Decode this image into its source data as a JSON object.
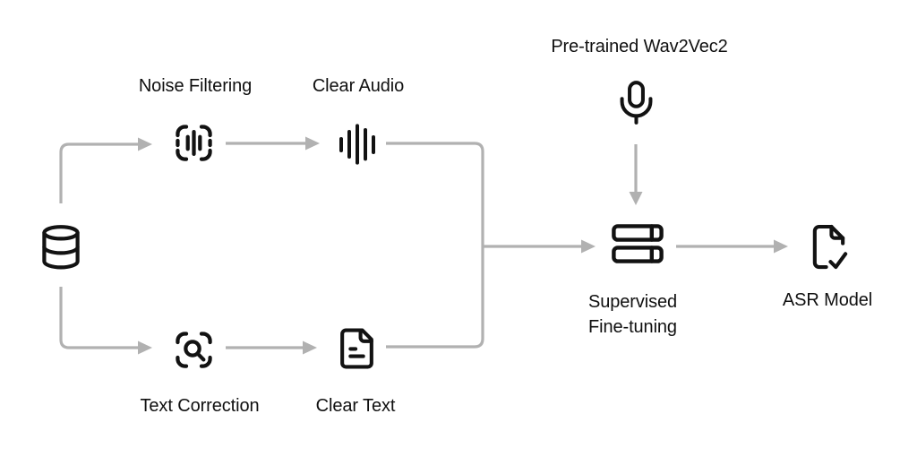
{
  "title": "ASR model training pipeline diagram",
  "colors": {
    "background": "#ffffff",
    "arrow": "#b1b1b1",
    "icon": "#121212",
    "text": "#101010"
  },
  "nodes": {
    "dataset": {
      "icon": "database-icon"
    },
    "noise_filtering": {
      "icon": "waveform-scan-icon",
      "label": "Noise Filtering"
    },
    "clear_audio": {
      "icon": "audio-waveform-icon",
      "label": "Clear Audio"
    },
    "text_correction": {
      "icon": "scan-search-icon",
      "label": "Text Correction"
    },
    "clear_text": {
      "icon": "document-text-icon",
      "label": "Clear Text"
    },
    "pretrained_wav2vec2": {
      "icon": "microphone-icon",
      "label": "Pre-trained Wav2Vec2"
    },
    "supervised_finetuning": {
      "icon": "stacked-rows-icon",
      "label": "Supervised Fine-tuning"
    },
    "asr_model": {
      "icon": "file-check-icon",
      "label": "ASR Model"
    }
  },
  "edges": [
    {
      "from": "dataset",
      "to": "noise_filtering"
    },
    {
      "from": "dataset",
      "to": "text_correction"
    },
    {
      "from": "noise_filtering",
      "to": "clear_audio"
    },
    {
      "from": "text_correction",
      "to": "clear_text"
    },
    {
      "from": "clear_audio",
      "to": "supervised_finetuning"
    },
    {
      "from": "clear_text",
      "to": "supervised_finetuning"
    },
    {
      "from": "pretrained_wav2vec2",
      "to": "supervised_finetuning"
    },
    {
      "from": "supervised_finetuning",
      "to": "asr_model"
    }
  ]
}
